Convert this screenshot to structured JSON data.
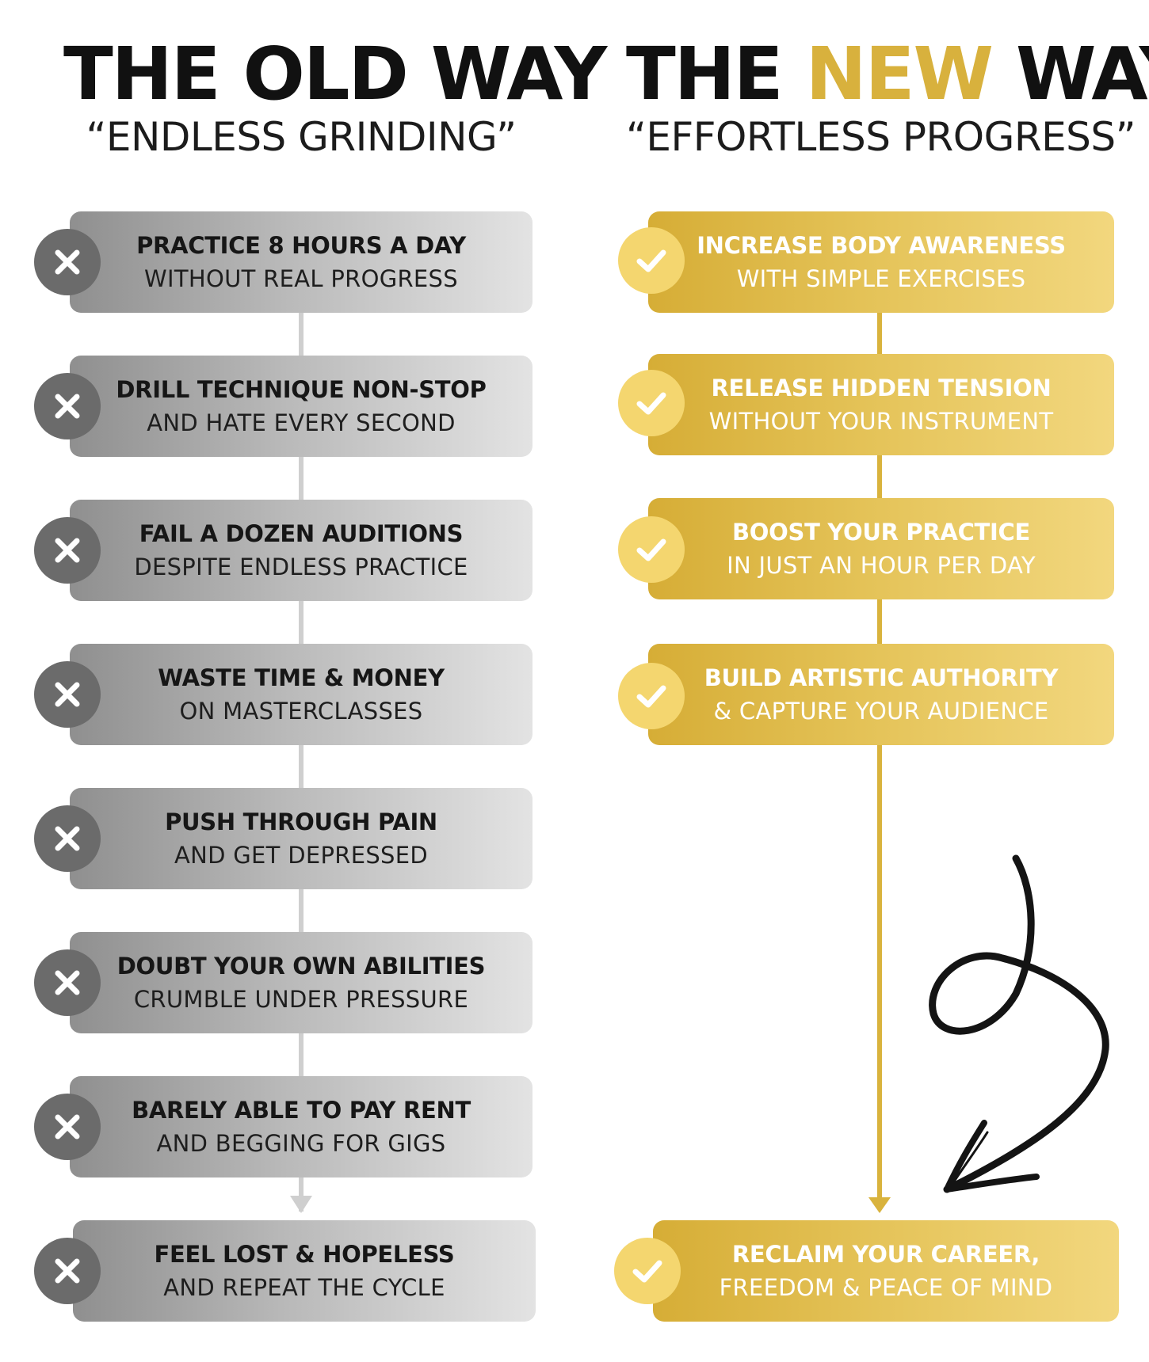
{
  "old_way": {
    "title": "THE OLD WAY",
    "subtitle": "“ENDLESS GRINDING”",
    "items": [
      {
        "bold": "PRACTICE 8 HOURS A DAY",
        "light": "WITHOUT REAL PROGRESS"
      },
      {
        "bold": "DRILL TECHNIQUE NON-STOP",
        "light": "AND HATE EVERY SECOND"
      },
      {
        "bold": "FAIL A DOZEN AUDITIONS",
        "light": "DESPITE ENDLESS PRACTICE"
      },
      {
        "bold": "WASTE TIME & MONEY",
        "light": "ON MASTERCLASSES"
      },
      {
        "bold": "PUSH THROUGH PAIN",
        "light": "AND GET DEPRESSED"
      },
      {
        "bold": "DOUBT YOUR OWN ABILITIES",
        "light": "CRUMBLE UNDER PRESSURE"
      },
      {
        "bold": "BARELY ABLE TO PAY RENT",
        "light": "AND BEGGING FOR GIGS"
      },
      {
        "bold": "FEEL LOST & HOPELESS",
        "light": "AND REPEAT THE CYCLE"
      }
    ]
  },
  "new_way": {
    "title_before": "THE ",
    "title_highlight": "NEW",
    "title_after": " WAY",
    "subtitle": "“EFFORTLESS PROGRESS”",
    "items": [
      {
        "bold": "INCREASE BODY AWARENESS",
        "light": "WITH SIMPLE EXERCISES"
      },
      {
        "bold": "RELEASE HIDDEN TENSION",
        "light": "WITHOUT YOUR INSTRUMENT"
      },
      {
        "bold": "BOOST YOUR PRACTICE",
        "light": "IN JUST AN HOUR PER DAY"
      },
      {
        "bold": "BUILD ARTISTIC AUTHORITY",
        "light": "& CAPTURE YOUR AUDIENCE"
      },
      {
        "bold": "RECLAIM YOUR CAREER,",
        "light": "FREEDOM & PEACE OF MIND"
      }
    ]
  },
  "colors": {
    "gold": "#d8b13d",
    "grey_badge": "#6b6b6b",
    "check_badge": "#f4d66f"
  },
  "icons": {
    "negative": "close-x-icon",
    "positive": "checkmark-icon",
    "decoration": "hand-drawn-arrow-icon"
  }
}
